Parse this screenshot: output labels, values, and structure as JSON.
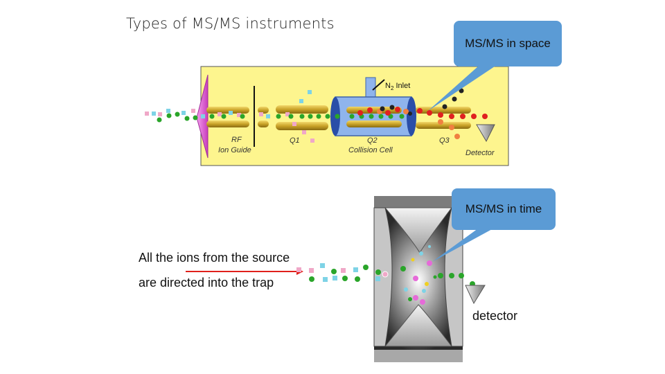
{
  "title": "Types of MS/MS instruments",
  "callout_space": "MS/MS in space",
  "callout_time": "MS/MS in time",
  "tandem_labels": {
    "n2_inlet_n": "N",
    "n2_inlet_sub": "2",
    "n2_inlet_rest": " Inlet",
    "rf": "RF",
    "ion_guide": "Ion Guide",
    "q1": "Q1",
    "q2": "Q2",
    "collision_cell": "Collision Cell",
    "q3": "Q3",
    "detector": "Detector"
  },
  "trap_labels": {
    "source_line1": "All the ions from the source",
    "source_line2": "are directed into the trap",
    "detector": "detector"
  },
  "colors": {
    "panel_yellow": "#fdf58e",
    "rod_gold": "#c9a227",
    "cell_blue": "#8fb4ec",
    "cone_magenta": "#e66ad9",
    "callout_blue": "#5b9bd5",
    "arrow_red": "#e0201b",
    "ion_green": "#2aa52a",
    "ion_cyan": "#7ed3e6",
    "ion_pink": "#f0a8c8",
    "ion_red": "#e02020",
    "ion_orange": "#f08040",
    "ion_black": "#222222"
  }
}
